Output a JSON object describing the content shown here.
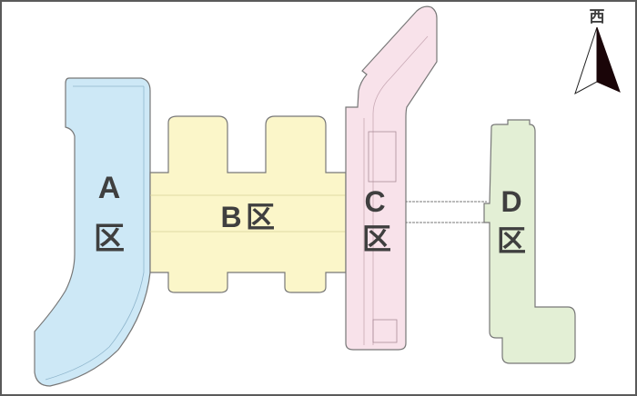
{
  "map": {
    "compass": {
      "direction_label": "西"
    },
    "zones": [
      {
        "id": "A",
        "letter": "A",
        "suffix": "区",
        "color": "#cde8f6"
      },
      {
        "id": "B",
        "letter": "B",
        "suffix": "区",
        "color": "#fbf6c9"
      },
      {
        "id": "C",
        "letter": "C",
        "suffix": "区",
        "color": "#f8e2ea"
      },
      {
        "id": "D",
        "letter": "D",
        "suffix": "区",
        "color": "#e3efd5"
      }
    ]
  }
}
